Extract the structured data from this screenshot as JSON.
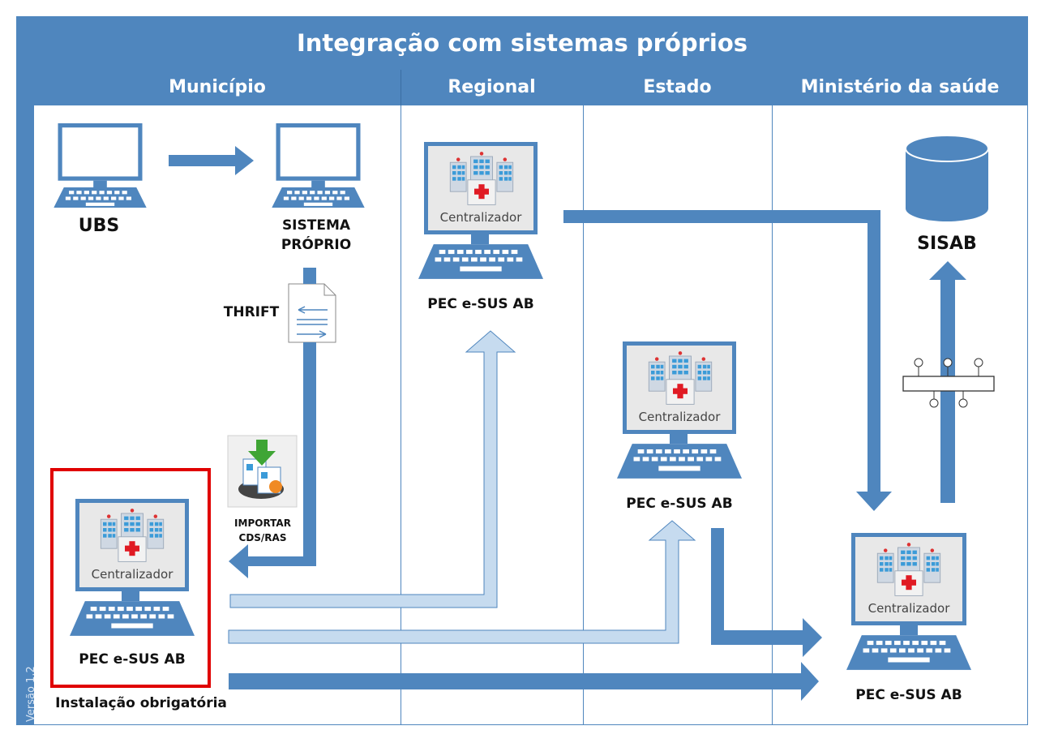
{
  "title": "Integração com sistemas próprios",
  "version": "Versão 1.2",
  "columns": [
    "Município",
    "Regional",
    "Estado",
    "Ministério da saúde"
  ],
  "labels": {
    "ubs": "UBS",
    "sistema_proprio_1": "SISTEMA",
    "sistema_proprio_2": "PRÓPRIO",
    "thrift": "THRIFT",
    "importar_1": "IMPORTAR",
    "importar_2": "CDS/RAS",
    "pec_municipio": "PEC e-SUS AB",
    "instalacao": "Instalação obrigatória",
    "pec_regional": "PEC e-SUS AB",
    "pec_estado": "PEC e-SUS AB",
    "pec_ministerio": "PEC e-SUS AB",
    "sisab": "SISAB",
    "centralizador": "Centralizador"
  },
  "colors": {
    "primary": "#4f86be",
    "light": "#c6dbef",
    "highlight": "#e00000"
  }
}
